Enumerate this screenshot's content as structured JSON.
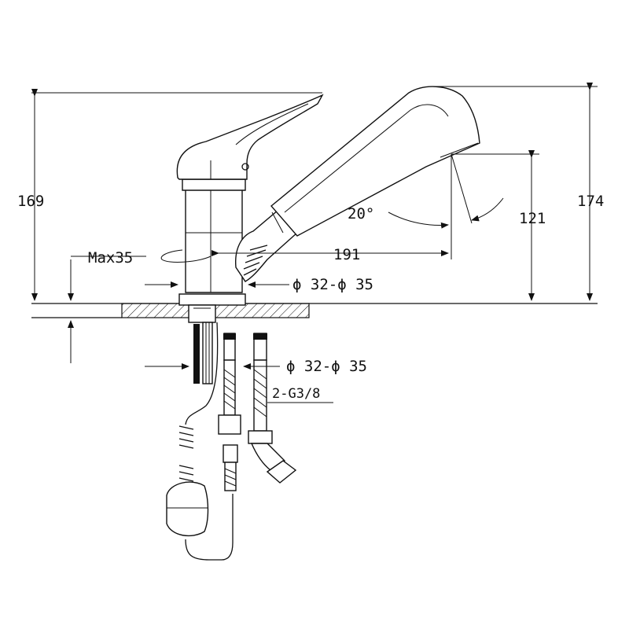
{
  "dimensions": {
    "height_body": "169",
    "height_total": "174",
    "spout_height": "121",
    "spout_reach": "191",
    "swivel_angle": "20°",
    "max_deck": "Max35",
    "hole_diameter_upper": "ϕ 32-ϕ 35",
    "hole_diameter_lower": "ϕ 32-ϕ 35",
    "hose_thread": "2-G3/8"
  }
}
